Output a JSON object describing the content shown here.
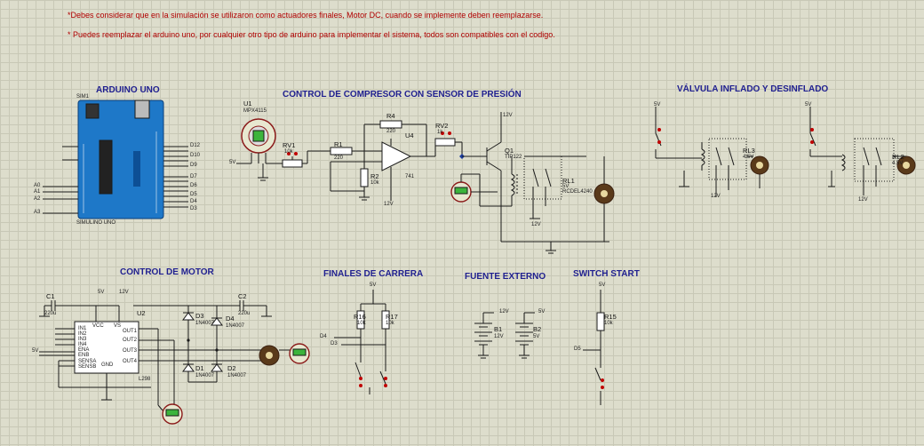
{
  "notes": [
    "*Debes considerar que en la simulación se utilizaron como actuadores finales, Motor DC, cuando se implemente deben reemplazarse.",
    "* Puedes reemplazar el arduino uno, por cualquier otro tipo de arduino para implementar el sistema, todos son compatibles con el codigo."
  ],
  "titles": {
    "arduino": "ARDUINO UNO",
    "compresor": "CONTROL DE COMPRESOR CON SENSOR DE PRESIÓN",
    "valvula": "VÁLVULA INFLADO Y DESINFLADO",
    "motor": "CONTROL DE MOTOR",
    "finales": "FINALES DE CARRERA",
    "fuente": "FUENTE EXTERNO",
    "switch": "SWITCH START"
  },
  "arduino": {
    "ref": "SIM1",
    "name": "SIMULINO UNO",
    "right_pins": [
      "D12",
      "D10",
      "D9",
      "D7",
      "D6",
      "D5",
      "D4",
      "D3"
    ],
    "left_pins": [
      "A0",
      "A1",
      "A2",
      "A3"
    ]
  },
  "compresor": {
    "sensor_ref": "U1",
    "sensor_part": "MPX4115",
    "rv1": "RV1",
    "rv1_val": "10k",
    "r1": "R1",
    "r1_val": "220",
    "r2": "R2",
    "r2_val": "10k",
    "r4": "R4",
    "r4_val": "220",
    "opamp_ref": "U4",
    "opamp_part": "741",
    "rv2": "RV2",
    "rv2_val": "1k",
    "q1": "Q1",
    "q1_part": "TIP122",
    "relay": "RL1",
    "relay_val": "5V",
    "relay_part": "RCDEL4240",
    "supply_5v": "5V",
    "supply_12v": "12V"
  },
  "valvula": {
    "relay3": "RL3",
    "relay3_val": "4.5V",
    "relay2": "RL2",
    "relay2_val": "4.5V",
    "supply_5v": "5V",
    "supply_12v": "12V"
  },
  "motor": {
    "c1": "C1",
    "c1_val": "220u",
    "c2": "C2",
    "c2_val": "220u",
    "driver_ref": "U2",
    "driver_part": "L298",
    "driver_pins_left": [
      "IN1",
      "IN2",
      "IN3",
      "IN4",
      "ENA",
      "ENB",
      "SENSA",
      "SENSB"
    ],
    "driver_pins_right": [
      "OUT1",
      "OUT2",
      "OUT3",
      "OUT4"
    ],
    "vcc": "VCC",
    "vs": "VS",
    "gnd": "GND",
    "d1": "D1",
    "d2": "D2",
    "d3": "D3",
    "d4": "D4",
    "diode_part": "1N4007",
    "supply_5v": "5V",
    "supply_12v": "12V"
  },
  "finales": {
    "r16": "R16",
    "r16_val": "10k",
    "r17": "R17",
    "r17_val": "10k",
    "supply": "5V",
    "port_a": "D4",
    "port_b": "D3"
  },
  "fuente": {
    "b1": "B1",
    "b1_val": "12V",
    "b2": "B2",
    "b2_val": "5V",
    "net1": "12V",
    "net2": "5V"
  },
  "switch": {
    "r15": "R15",
    "r15_val": "10k",
    "supply": "5V",
    "port": "D5"
  }
}
